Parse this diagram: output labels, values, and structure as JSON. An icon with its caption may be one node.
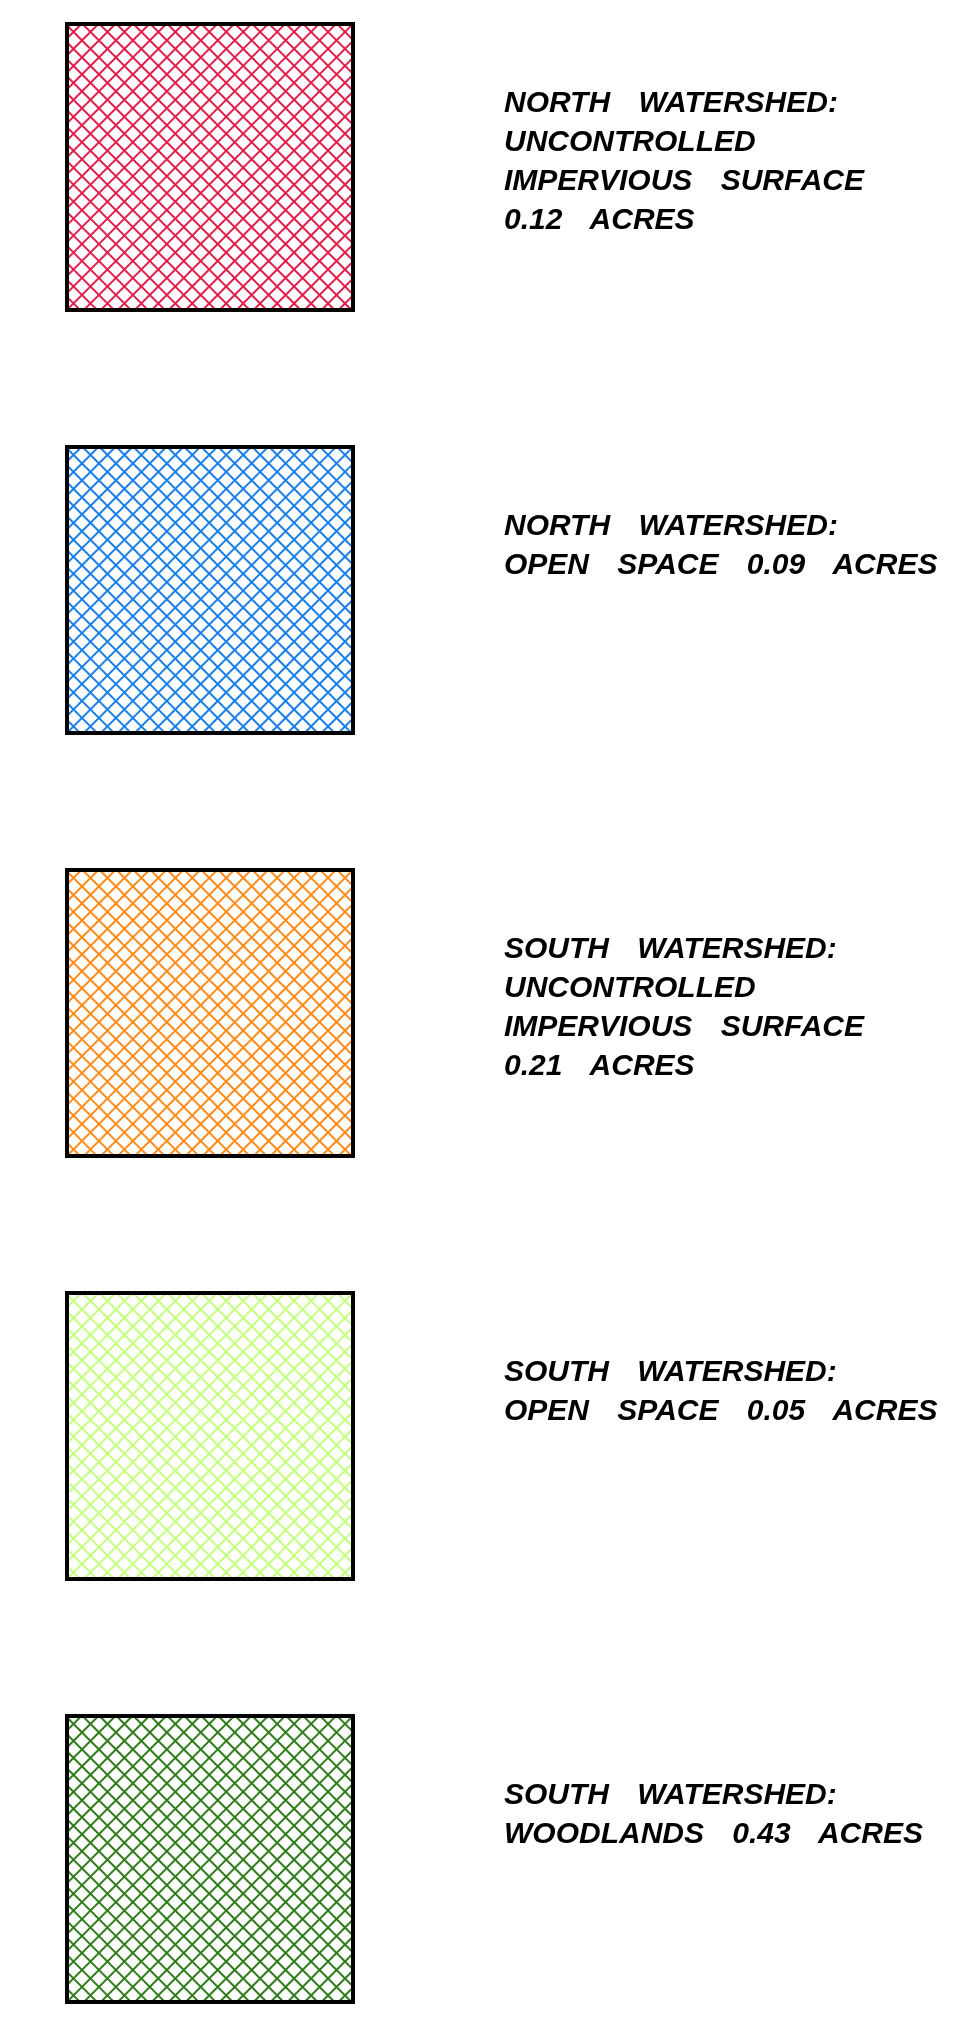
{
  "diagram": {
    "legend": [
      {
        "text": "NORTH WATERSHED: UNCONTROLLED IMPERVIOUS SURFACE 0.12 ACRES",
        "color": "#e0204a"
      },
      {
        "text": "NORTH WATERSHED: OPEN SPACE 0.09 ACRES",
        "color": "#1a7fe6"
      },
      {
        "text": "SOUTH WATERSHED: UNCONTROLLED IMPERVIOUS SURFACE 0.21 ACRES",
        "color": "#ff8c1a"
      },
      {
        "text": "SOUTH WATERSHED: OPEN SPACE 0.05 ACRES",
        "color": "#c4ff80"
      },
      {
        "text": "SOUTH WATERSHED: WOODLANDS 0.43 ACRES",
        "color": "#2e7d1a"
      }
    ]
  }
}
